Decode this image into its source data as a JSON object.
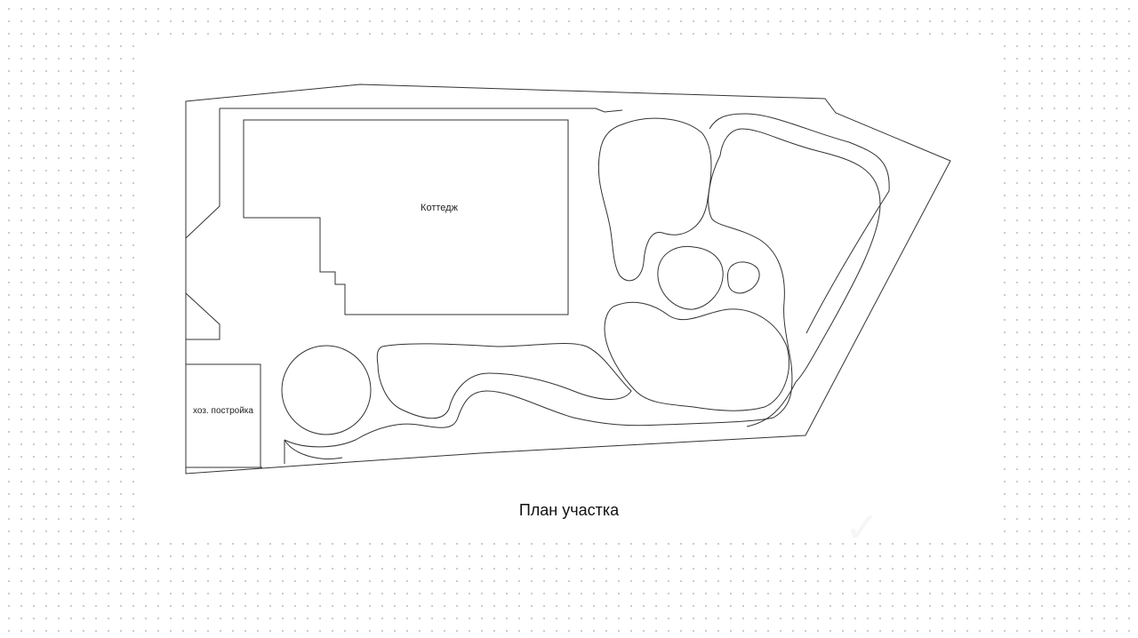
{
  "plan": {
    "caption": "План участка",
    "labels": {
      "cottage": "Коттедж",
      "outbuilding": "хоз. постройка"
    }
  },
  "colors": {
    "background": "#ffffff",
    "dots": "#c9c9c9",
    "lines": "#333333"
  }
}
